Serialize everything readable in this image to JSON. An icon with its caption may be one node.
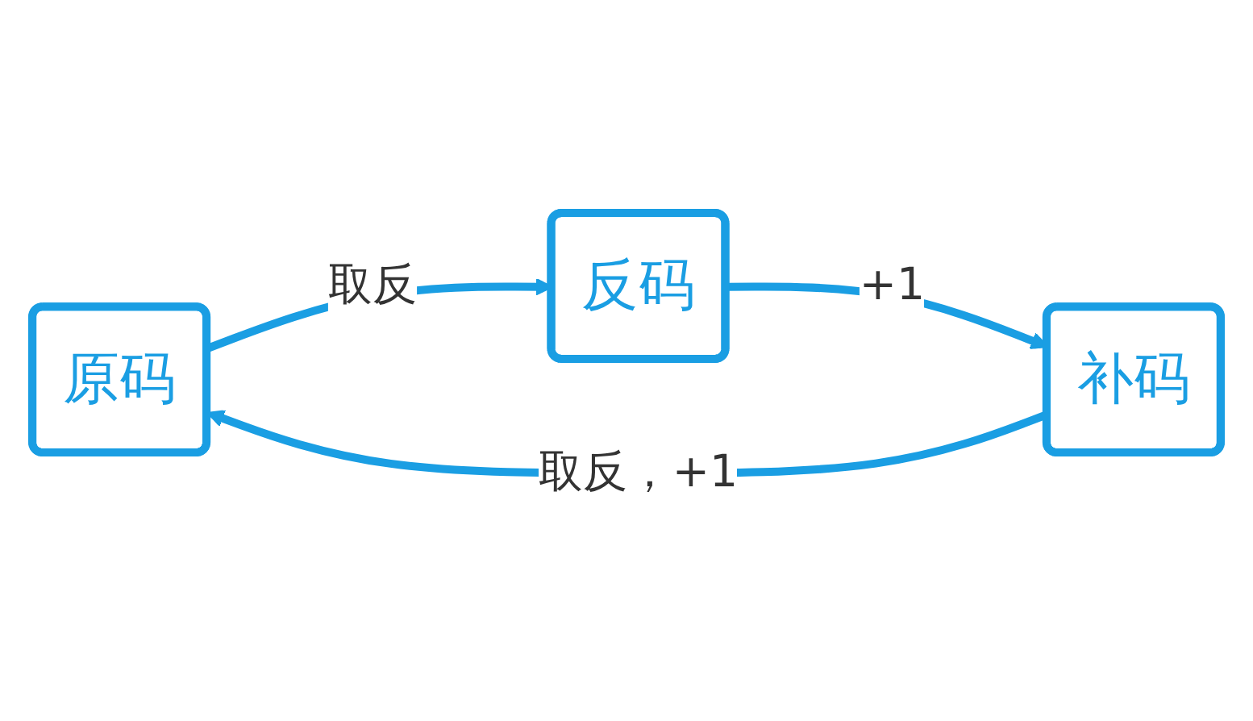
{
  "diagram": {
    "nodes": [
      {
        "text": [
          "原码"
        ]
      },
      {
        "text": [
          "反码"
        ]
      },
      {
        "text": [
          "补码"
        ]
      }
    ],
    "edges": [
      {
        "from": 0,
        "to": 1,
        "arrow": "to",
        "label": "取反"
      },
      {
        "from": 1,
        "to": 2,
        "arrow": "to",
        "label": "+1"
      },
      {
        "from": 2,
        "to": 0,
        "arrow": "to",
        "label": "取反，+1"
      }
    ]
  }
}
